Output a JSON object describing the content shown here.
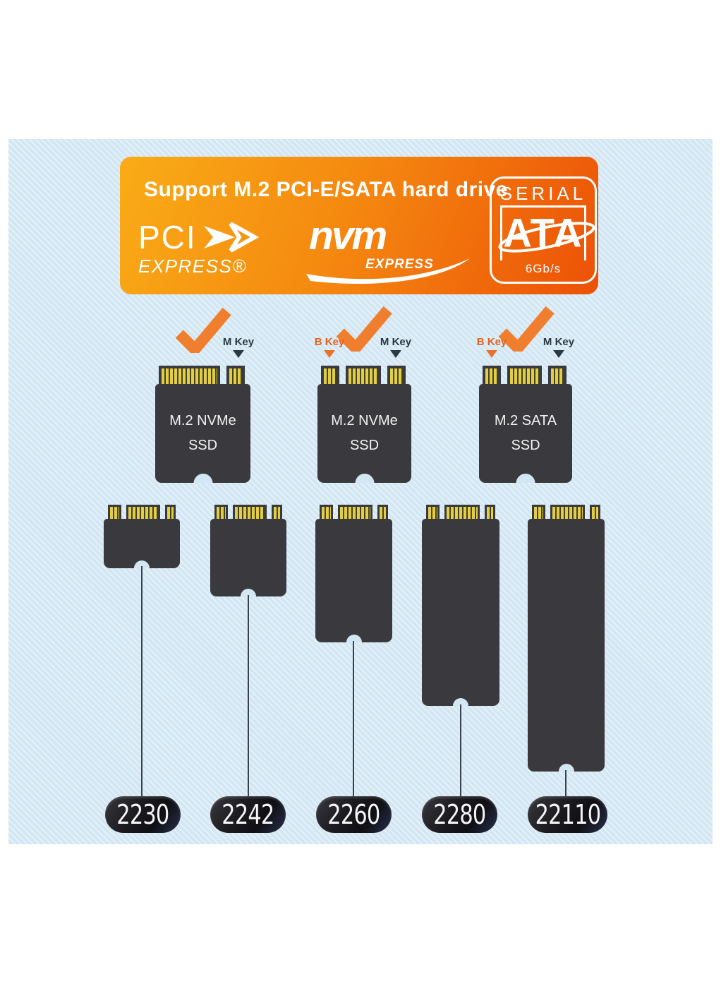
{
  "banner": {
    "title": "Support M.2 PCI-E/SATA hard drive",
    "pci_express_logo": {
      "name": "PCI",
      "sub": "EXPRESS®"
    },
    "nvme_logo": {
      "name": "nvm",
      "sub": "EXPRESS"
    },
    "serial_ata_logo": {
      "top": "SERIAL",
      "name": "ATA",
      "speed": "6Gb/s"
    }
  },
  "compatible_drives": [
    {
      "name_line1": "M.2 NVMe",
      "name_line2": "SSD",
      "checked": true,
      "keys": [
        {
          "label": "M Key",
          "color": "dark"
        }
      ]
    },
    {
      "name_line1": "M.2 NVMe",
      "name_line2": "SSD",
      "checked": true,
      "keys": [
        {
          "label": "B Key",
          "color": "orange"
        },
        {
          "label": "M Key",
          "color": "dark"
        }
      ]
    },
    {
      "name_line1": "M.2 SATA",
      "name_line2": "SSD",
      "checked": true,
      "keys": [
        {
          "label": "B Key",
          "color": "orange"
        },
        {
          "label": "M Key",
          "color": "dark"
        }
      ]
    }
  ],
  "length_variants": [
    {
      "label": "2230"
    },
    {
      "label": "2242"
    },
    {
      "label": "2260"
    },
    {
      "label": "2280"
    },
    {
      "label": "22110"
    }
  ],
  "colors": {
    "background_blue": "#d2e6f3",
    "banner_gradient_start": "#f9ac17",
    "banner_gradient_end": "#ec5107",
    "card_body": "#3a393d",
    "pin_gold": "#e2ce46",
    "checkmark_orange": "#ef7f2f",
    "b_key_orange": "#e2611b",
    "m_key_dark": "#2d3942",
    "pill_dark": "#1b1b20"
  }
}
